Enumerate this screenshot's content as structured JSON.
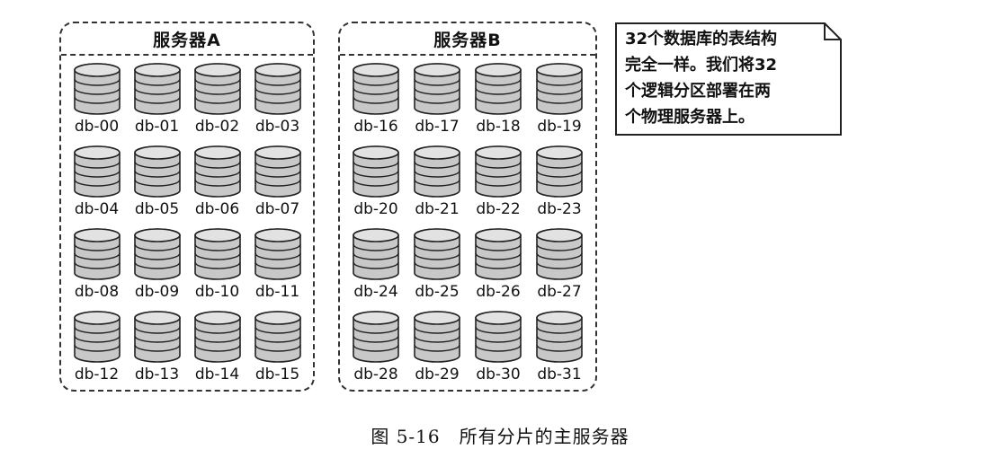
{
  "servers": [
    {
      "title": "服务器A",
      "databases": [
        "db-00",
        "db-01",
        "db-02",
        "db-03",
        "db-04",
        "db-05",
        "db-06",
        "db-07",
        "db-08",
        "db-09",
        "db-10",
        "db-11",
        "db-12",
        "db-13",
        "db-14",
        "db-15"
      ]
    },
    {
      "title": "服务器B",
      "databases": [
        "db-16",
        "db-17",
        "db-18",
        "db-19",
        "db-20",
        "db-21",
        "db-22",
        "db-23",
        "db-24",
        "db-25",
        "db-26",
        "db-27",
        "db-28",
        "db-29",
        "db-30",
        "db-31"
      ]
    }
  ],
  "note": {
    "lines": [
      "32个数据库的表结构",
      "完全一样。我们将32",
      "个逻辑分区部署在两",
      "个物理服务器上。"
    ]
  },
  "caption": "图 5-16　所有分片的主服务器",
  "colors": {
    "cylinder_fill": "#c8c8c8",
    "cylinder_stroke": "#222222",
    "border": "#333333"
  }
}
